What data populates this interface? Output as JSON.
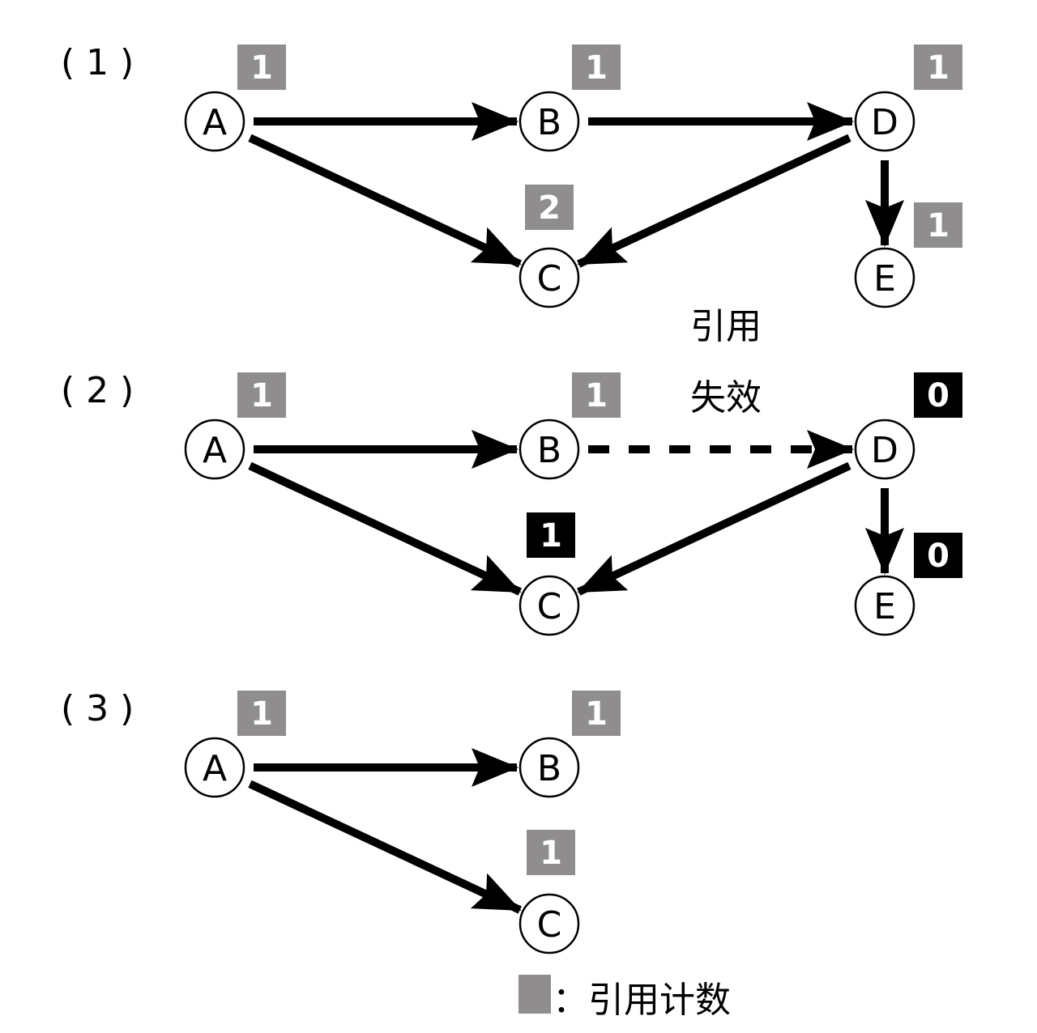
{
  "colors": {
    "count_badge": "#8f8d8d",
    "changed_badge": "#000000",
    "edge": "#000000"
  },
  "annotation": {
    "line1": "引用",
    "line2": "失效"
  },
  "legend": {
    "label": "：引用计数"
  },
  "panels": [
    {
      "label": "( 1 )",
      "nodes": [
        {
          "id": "A",
          "label": "A",
          "count": "1",
          "changed": false
        },
        {
          "id": "B",
          "label": "B",
          "count": "1",
          "changed": false
        },
        {
          "id": "D",
          "label": "D",
          "count": "1",
          "changed": false
        },
        {
          "id": "C",
          "label": "C",
          "count": "2",
          "changed": false
        },
        {
          "id": "E",
          "label": "E",
          "count": "1",
          "changed": false
        }
      ],
      "edges": [
        {
          "from": "A",
          "to": "B",
          "style": "solid"
        },
        {
          "from": "A",
          "to": "C",
          "style": "solid"
        },
        {
          "from": "B",
          "to": "D",
          "style": "solid"
        },
        {
          "from": "D",
          "to": "C",
          "style": "solid"
        },
        {
          "from": "D",
          "to": "E",
          "style": "solid"
        }
      ]
    },
    {
      "label": "( 2 )",
      "nodes": [
        {
          "id": "A",
          "label": "A",
          "count": "1",
          "changed": false
        },
        {
          "id": "B",
          "label": "B",
          "count": "1",
          "changed": false
        },
        {
          "id": "D",
          "label": "D",
          "count": "0",
          "changed": true
        },
        {
          "id": "C",
          "label": "C",
          "count": "1",
          "changed": true
        },
        {
          "id": "E",
          "label": "E",
          "count": "0",
          "changed": true
        }
      ],
      "edges": [
        {
          "from": "A",
          "to": "B",
          "style": "solid"
        },
        {
          "from": "A",
          "to": "C",
          "style": "solid"
        },
        {
          "from": "B",
          "to": "D",
          "style": "dashed"
        },
        {
          "from": "D",
          "to": "C",
          "style": "solid"
        },
        {
          "from": "D",
          "to": "E",
          "style": "solid"
        }
      ]
    },
    {
      "label": "( 3 )",
      "nodes": [
        {
          "id": "A",
          "label": "A",
          "count": "1",
          "changed": false
        },
        {
          "id": "B",
          "label": "B",
          "count": "1",
          "changed": false
        },
        {
          "id": "C",
          "label": "C",
          "count": "1",
          "changed": false
        }
      ],
      "edges": [
        {
          "from": "A",
          "to": "B",
          "style": "solid"
        },
        {
          "from": "A",
          "to": "C",
          "style": "solid"
        }
      ]
    }
  ]
}
